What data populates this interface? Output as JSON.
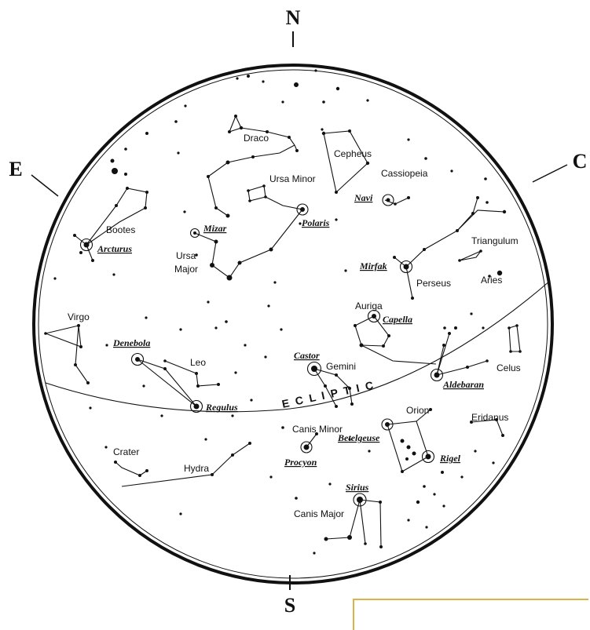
{
  "directions": {
    "north": "N",
    "south": "S",
    "east": "E",
    "west": "C"
  },
  "ecliptic_label": "E C L I P T I C",
  "constellations": {
    "draco": "Draco",
    "cepheus": "Cepheus",
    "ursa_minor": "Ursa Minor",
    "cassiopeia": "Cassiopeia",
    "bootes": "Bootes",
    "ursa_major_1": "Ursa",
    "ursa_major_2": "Major",
    "triangulum": "Triangulum",
    "perseus": "Perseus",
    "aries": "Aries",
    "auriga": "Auriga",
    "virgo": "Virgo",
    "leo": "Leo",
    "gemini": "Gemini",
    "cetus": "Celus",
    "orion": "Orion",
    "eridanus": "Eridanus",
    "canis_minor": "Canis Minor",
    "crater": "Crater",
    "hydra": "Hydra",
    "canis_major": "Canis Major"
  },
  "stars": {
    "navi": "Navi",
    "mizar": "Mizar",
    "polaris": "Polaris",
    "arcturus": "Arcturus",
    "mirfak": "Mirfak",
    "capella": "Capella",
    "denebola": "Denebola",
    "castor": "Castor",
    "aldebaran": "Aldebaran",
    "regulus": "Regulus",
    "betelgeuse": "Betelgeuse",
    "rigel": "Rigel",
    "procyon": "Procyon",
    "sirius": "Sirius"
  }
}
